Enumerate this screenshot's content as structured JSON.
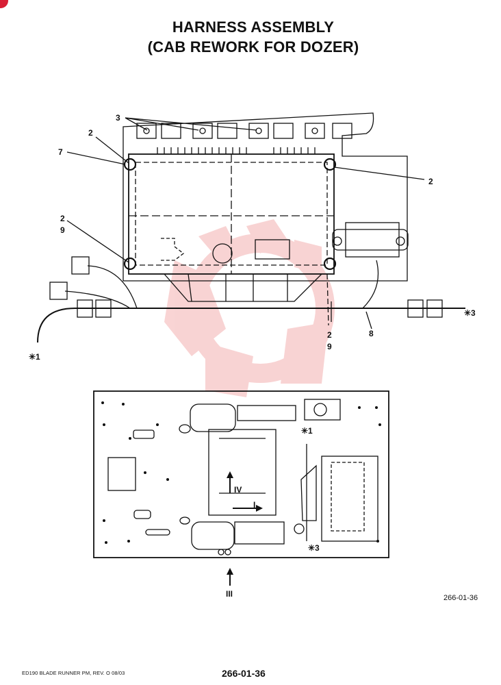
{
  "title": {
    "line1": "HARNESS ASSEMBLY",
    "line2": "(CAB REWORK FOR DOZER)"
  },
  "callouts": {
    "c3_top": "3",
    "c2_top_left": "2",
    "c7": "7",
    "c2_right": "2",
    "c2_left": "2",
    "c9_left": "9",
    "c8": "8",
    "c2_bottom": "2",
    "c9_bottom": "9",
    "star1_label": "✳1",
    "star3_label": "✳3",
    "star1_plate": "✳1",
    "star3_plate": "✳3",
    "view_iv": "IV",
    "view_i": "I",
    "view_iii": "III"
  },
  "drawing_ref": "266-01-36",
  "footer": {
    "left": "ED190 BLADE RUNNER PM,  REV. O  08/03",
    "page": "266-01-36"
  },
  "colors": {
    "ink": "#111111",
    "watermark": "#e23b3b",
    "corner_mark": "#d81f35"
  }
}
